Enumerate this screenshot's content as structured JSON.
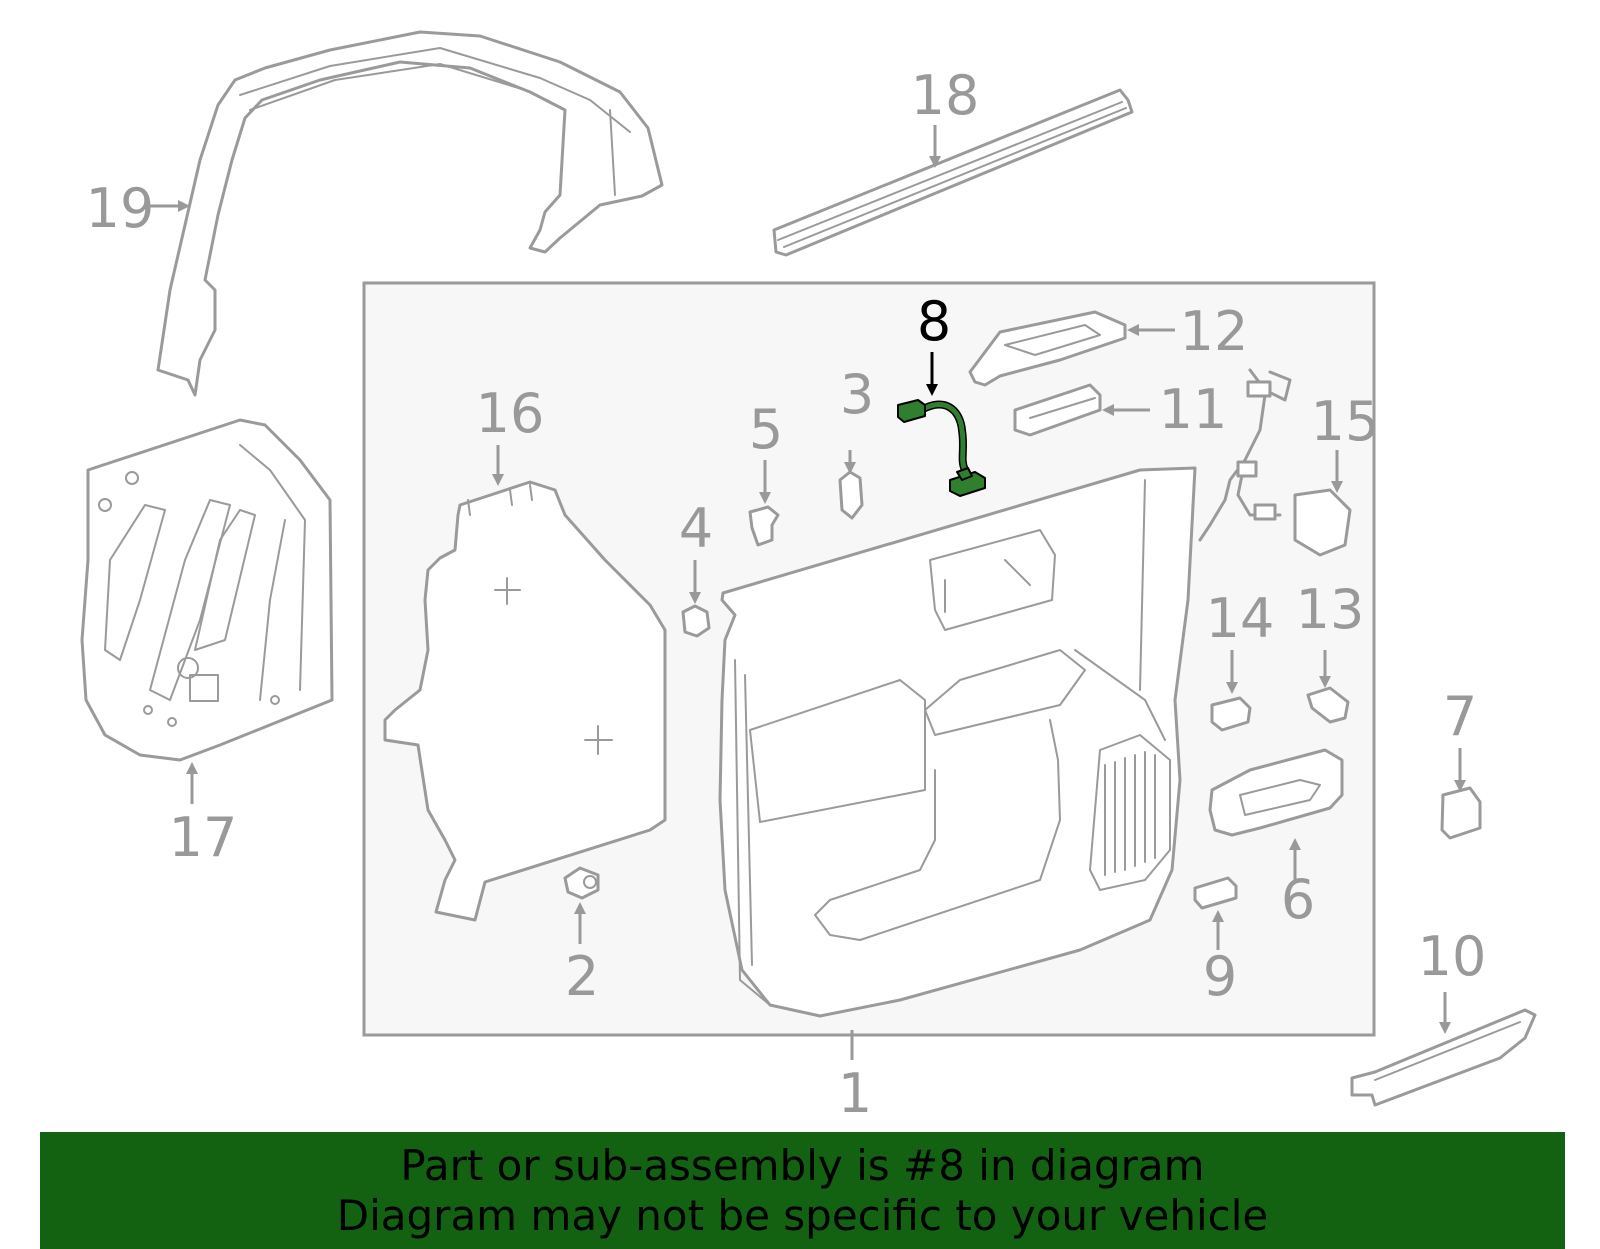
{
  "diagram": {
    "highlight_color": "#126212",
    "highlighted_part": "8",
    "callouts": {
      "p1": "1",
      "p2": "2",
      "p3": "3",
      "p4": "4",
      "p5": "5",
      "p6": "6",
      "p7": "7",
      "p8": "8",
      "p9": "9",
      "p10": "10",
      "p11": "11",
      "p12": "12",
      "p13": "13",
      "p14": "14",
      "p15": "15",
      "p16": "16",
      "p17": "17",
      "p18": "18",
      "p19": "19"
    }
  },
  "banner": {
    "line1": "Part or sub-assembly is #8 in diagram",
    "line2": "Diagram may not be specific to your vehicle"
  }
}
